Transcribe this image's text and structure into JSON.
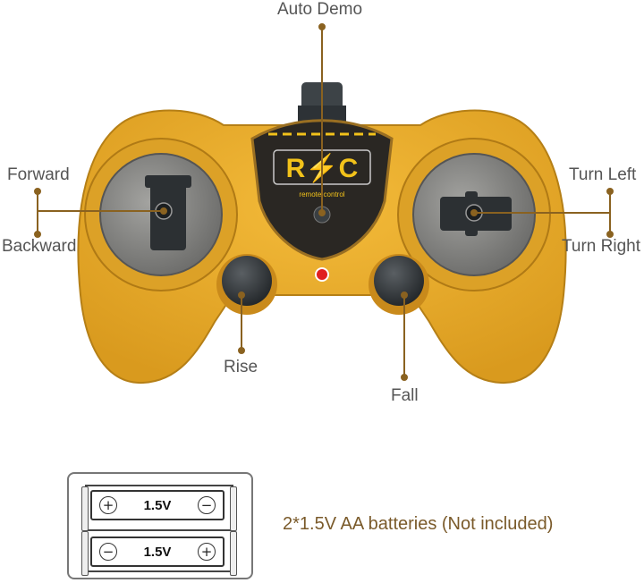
{
  "labels": {
    "auto_demo": "Auto Demo",
    "forward": "Forward",
    "backward": "Backward",
    "turn_left": "Turn Left",
    "turn_right": "Turn Right",
    "rise": "Rise",
    "fall": "Fall"
  },
  "logo": {
    "letters": "R⚡C",
    "subtitle": "remote control"
  },
  "battery": {
    "top_voltage": "1.5V",
    "bottom_voltage": "1.5V",
    "plus": "+",
    "minus": "−",
    "caption": "2*1.5V AA batteries (Not included)"
  },
  "icons": [
    "plus-icon",
    "minus-icon",
    "power-led-icon",
    "antenna-icon"
  ],
  "colors": {
    "body": "#e8a824",
    "body_dark": "#c9891a",
    "stick_base": "#8a8a88",
    "button": "#3a3f42",
    "accent_line": "#8a6220",
    "label": "#555555",
    "logo_yellow": "#f2c21a",
    "led": "#e02020"
  }
}
